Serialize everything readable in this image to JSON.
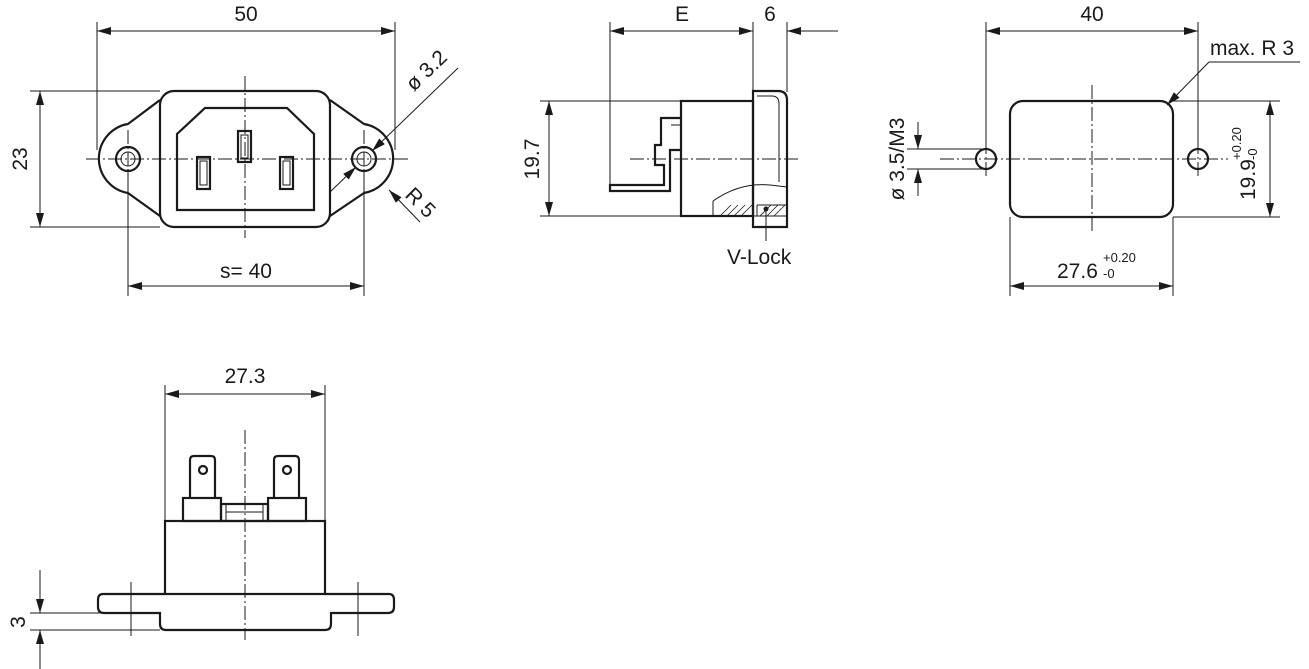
{
  "front_view": {
    "width_dim": "50",
    "height_dim": "23",
    "hole_dia": "ø 3.2",
    "radius": "R 5",
    "spacing": "s= 40"
  },
  "side_view": {
    "depth_dim": "E",
    "flange_dim": "6",
    "height_dim": "19.7",
    "lock_label": "V-Lock"
  },
  "cutout_view": {
    "width_dim": "40",
    "corner_radius": "max. R 3",
    "hole_dim": "ø 3.5/M3",
    "cut_height": "19.9",
    "cut_height_tol_plus": "+0.20",
    "cut_height_tol_minus": "-0",
    "cut_width": "27.6",
    "cut_width_tol_plus": "+0.20",
    "cut_width_tol_minus": "-0"
  },
  "bottom_view": {
    "width_dim": "27.3",
    "flange_dim": "3"
  }
}
